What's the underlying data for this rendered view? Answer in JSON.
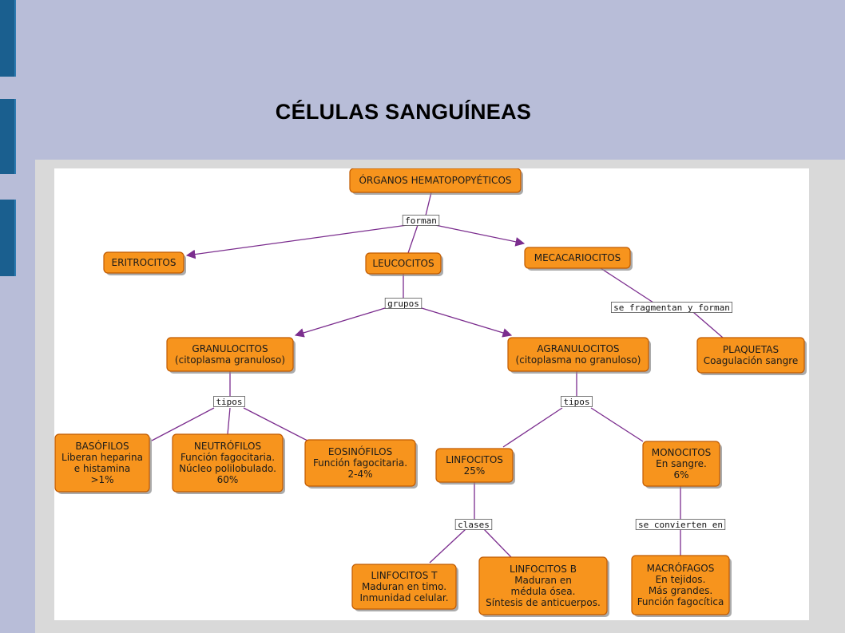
{
  "slide": {
    "title": "CÉLULAS SANGUÍNEAS",
    "colors": {
      "background": "#b8bdd8",
      "accent_bar": "#1a5f8f",
      "node_fill": "#f7941d",
      "node_border": "#c05a00",
      "connector": "#7b2d8e"
    }
  },
  "diagram": {
    "nodes": {
      "organos": [
        "ÓRGANOS HEMATOPOPYÉTICOS"
      ],
      "eritrocitos": [
        "ERITROCITOS"
      ],
      "leucocitos": [
        "LEUCOCITOS"
      ],
      "mecacariocitos": [
        "MECACARIOCITOS"
      ],
      "granulocitos": [
        "GRANULOCITOS",
        "(citoplasma granuloso)"
      ],
      "agranulocitos": [
        "AGRANULOCITOS",
        "(citoplasma no granuloso)"
      ],
      "plaquetas": [
        "PLAQUETAS",
        "Coagulación sangre"
      ],
      "basofilos": [
        "BASÓFILOS",
        "Liberan heparina",
        "e histamina",
        ">1%"
      ],
      "neutrofilos": [
        "NEUTRÓFILOS",
        "Función fagocitaria.",
        "Núcleo polilobulado.",
        "60%"
      ],
      "eosinofilos": [
        "EOSINÓFILOS",
        "Función fagocitaria.",
        "2-4%"
      ],
      "linfocitos": [
        "LINFOCITOS",
        "25%"
      ],
      "monocitos": [
        "MONOCITOS",
        "En sangre.",
        "6%"
      ],
      "linfocitos_t": [
        "LINFOCITOS T",
        "Maduran en timo.",
        "Inmunidad celular."
      ],
      "linfocitos_b": [
        "LINFOCITOS B",
        "Maduran en",
        "médula ósea.",
        "Síntesis de anticuerpos."
      ],
      "macrofagos": [
        "MACRÓFAGOS",
        "En tejidos.",
        "Más grandes.",
        "Función fagocítica"
      ]
    },
    "labels": {
      "forman": "forman",
      "grupos": "grupos",
      "fragmentan": "se fragmentan y forman",
      "tipos_granulocitos": "tipos",
      "tipos_agranulocitos": "tipos",
      "clases": "clases",
      "convierten": "se convierten en"
    }
  }
}
